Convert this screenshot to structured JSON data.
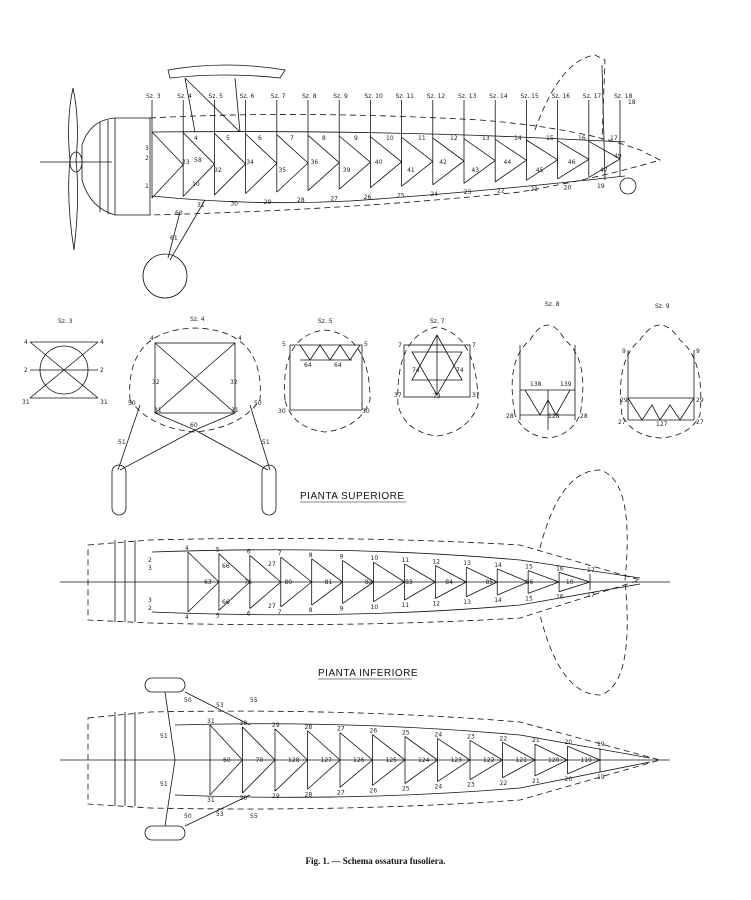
{
  "caption": "Fig. 1. — Schema ossatura fusoliera.",
  "views": {
    "top": "PIANTA SUPERIORE",
    "bottom": "PIANTA INFERIORE"
  },
  "side": {
    "sections": [
      "Sz. 3",
      "Sz. 4",
      "Sz. 5",
      "Sz. 6",
      "Sz. 7",
      "Sz. 8",
      "Sz. 9",
      "Sz. 10",
      "Sz. 11",
      "Sz. 12",
      "Sz. 13",
      "Sz. 14",
      "Sz. 15",
      "Sz. 16",
      "Sz. 17",
      "Sz. 18"
    ],
    "upper_nodes": [
      "4",
      "5",
      "6",
      "7",
      "8",
      "9",
      "10",
      "11",
      "12",
      "13",
      "14",
      "15",
      "16",
      "17"
    ],
    "lower_nodes": [
      "31",
      "30",
      "29",
      "28",
      "27",
      "26",
      "25",
      "24",
      "23",
      "22",
      "21",
      "20",
      "19"
    ],
    "mid_nodes": [
      "33",
      "32",
      "34",
      "35",
      "36",
      "39",
      "40",
      "41",
      "42",
      "43",
      "44",
      "45",
      "46",
      "47"
    ],
    "misc_nodes": [
      "3",
      "2",
      "1",
      "58",
      "10",
      "60",
      "61",
      "18",
      "49"
    ]
  },
  "cross_sections": [
    {
      "title": "Sz. 3",
      "labels": [
        "4",
        "4",
        "2",
        "2",
        "31",
        "31"
      ]
    },
    {
      "title": "Sz. 4",
      "labels": [
        "4",
        "4",
        "32",
        "32",
        "50",
        "50",
        "31",
        "31",
        "51",
        "51",
        "60"
      ]
    },
    {
      "title": "Sz. 5",
      "labels": [
        "5",
        "5",
        "64",
        "64",
        "30",
        "30"
      ]
    },
    {
      "title": "Sz. 7",
      "labels": [
        "7",
        "7",
        "74",
        "74",
        "73",
        "37",
        "37"
      ]
    },
    {
      "title": "Sz. 8",
      "labels": [
        "138",
        "139",
        "28",
        "28",
        "128"
      ]
    },
    {
      "title": "Sz. 9",
      "labels": [
        "9",
        "9",
        "29",
        "29",
        "27",
        "27",
        "127"
      ]
    }
  ],
  "top_plan": {
    "upper_nodes": [
      "4",
      "5",
      "6",
      "7",
      "8",
      "9",
      "10",
      "11",
      "12",
      "13",
      "14",
      "15",
      "16",
      "17"
    ],
    "lower_nodes": [
      "4",
      "5",
      "6",
      "7",
      "8",
      "9",
      "10",
      "11",
      "12",
      "13",
      "14",
      "15",
      "16",
      "17"
    ],
    "center_nodes": [
      "63",
      "76",
      "80",
      "81",
      "82",
      "83",
      "84",
      "85",
      "86",
      "10"
    ],
    "side_nodes": [
      "2",
      "3",
      "3",
      "2",
      "66",
      "66",
      "27",
      "27"
    ]
  },
  "bottom_plan": {
    "upper_nodes": [
      "31",
      "30",
      "29",
      "28",
      "27",
      "26",
      "25",
      "24",
      "23",
      "22",
      "21",
      "20",
      "19"
    ],
    "lower_nodes": [
      "31",
      "30",
      "29",
      "28",
      "27",
      "26",
      "25",
      "24",
      "23",
      "22",
      "21",
      "20",
      "19"
    ],
    "center_nodes": [
      "60",
      "70",
      "128",
      "127",
      "126",
      "125",
      "124",
      "123",
      "122",
      "121",
      "120",
      "119"
    ],
    "side_nodes": [
      "50",
      "53",
      "55",
      "55",
      "53",
      "50",
      "51",
      "51"
    ]
  }
}
